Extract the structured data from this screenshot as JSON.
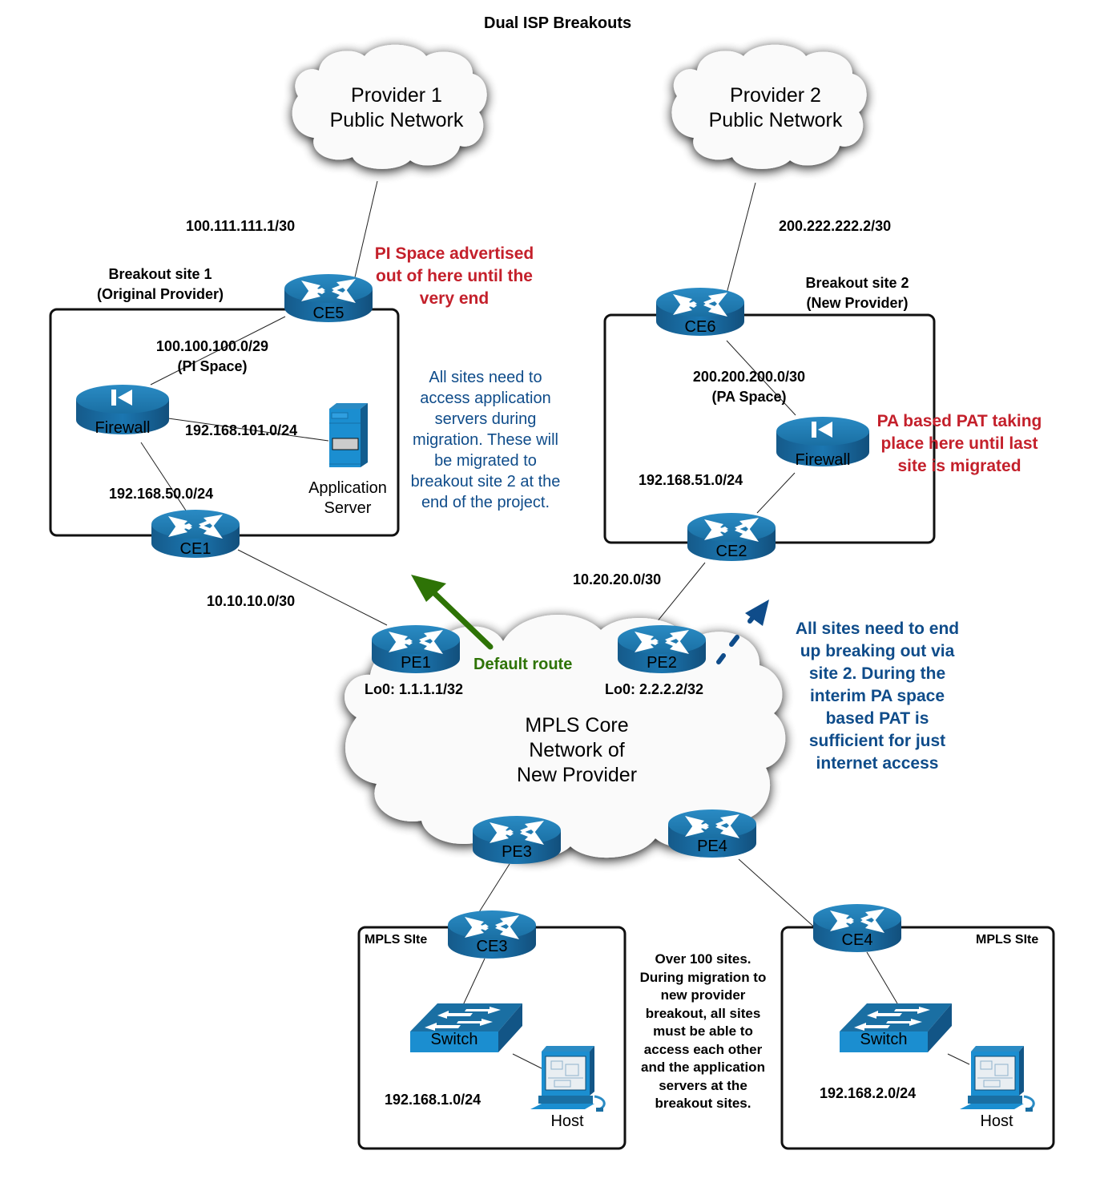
{
  "title": "Dual ISP Breakouts",
  "clouds": {
    "provider1": "Provider 1\nPublic Network",
    "provider2": "Provider 2\nPublic Network",
    "mpls_core": "MPLS Core\nNetwork of\nNew Provider"
  },
  "devices": {
    "ce5": "CE5",
    "ce6": "CE6",
    "ce1": "CE1",
    "ce2": "CE2",
    "ce3": "CE3",
    "ce4": "CE4",
    "pe1": "PE1",
    "pe2": "PE2",
    "pe3": "PE3",
    "pe4": "PE4",
    "firewall1": "Firewall",
    "firewall2": "Firewall",
    "app_server": "Application\nServer",
    "switch1": "Switch",
    "switch2": "Switch",
    "host1": "Host",
    "host2": "Host"
  },
  "sites": {
    "breakout1": "Breakout site 1\n(Original Provider)",
    "breakout2": "Breakout site 2\n(New Provider)",
    "mpls_site_left": "MPLS SIte",
    "mpls_site_right": "MPLS SIte"
  },
  "subnets": {
    "p1_link": "100.111.111.1/30",
    "p2_link": "200.222.222.2/30",
    "pi_space": "100.100.100.0/29\n(PI Space)",
    "pa_space": "200.200.200.0/30\n(PA Space)",
    "app_lan": "192.168.101.0/24",
    "site1_inside": "192.168.50.0/24",
    "site2_inside": "192.168.51.0/24",
    "ce1_pe1": "10.10.10.0/30",
    "ce2_pe2": "10.20.20.0/30",
    "pe1_lo0": "Lo0: 1.1.1.1/32",
    "pe2_lo0": "Lo0: 2.2.2.2/32",
    "site_a_lan": "192.168.1.0/24",
    "site_b_lan": "192.168.2.0/24"
  },
  "annotations": {
    "pi_space_note": "PI Space advertised\nout of here until the\nvery end",
    "pa_pat_note": "PA based PAT taking\nplace here until last\nsite is migrated",
    "app_servers_note": "All sites need to\naccess application\nservers during\nmigration. These will\nbe migrated to\nbreakout site 2 at the\nend of the project.",
    "end_state_note": "All sites need to end\nup breaking out via\nsite 2. During the\ninterim PA space\nbased PAT is\nsufficient for just\ninternet access",
    "default_route": "Default route",
    "over_100_note": "Over 100 sites.\nDuring migration to\nnew provider\nbreakout, all sites\nmust be able to\naccess each other\nand the application\nservers at the\nbreakout sites."
  },
  "colors": {
    "device_blue": "#1a6fa3",
    "red_note": "#c4202b",
    "blue_note": "#0f4c8a",
    "green_arrow": "#2e7306"
  }
}
